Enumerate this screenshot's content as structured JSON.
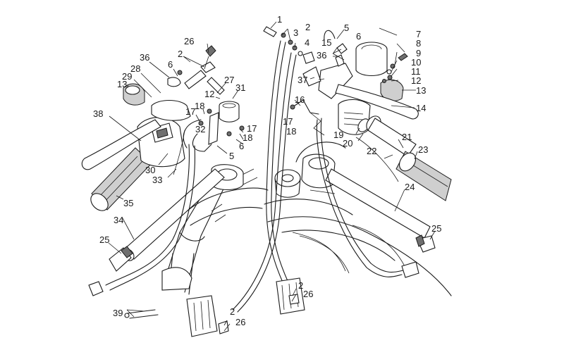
{
  "diagram": {
    "title": "Handlebar controls and front brake assembly — exploded parts view",
    "callouts": [
      {
        "id": "c1",
        "label": "1"
      },
      {
        "id": "c2a",
        "label": "2"
      },
      {
        "id": "c3",
        "label": "3"
      },
      {
        "id": "c4",
        "label": "4"
      },
      {
        "id": "c5a",
        "label": "5"
      },
      {
        "id": "c6a",
        "label": "6"
      },
      {
        "id": "c15",
        "label": "15"
      },
      {
        "id": "c36a",
        "label": "36"
      },
      {
        "id": "c7",
        "label": "7"
      },
      {
        "id": "c8",
        "label": "8"
      },
      {
        "id": "c9",
        "label": "9"
      },
      {
        "id": "c10",
        "label": "10"
      },
      {
        "id": "c11",
        "label": "11"
      },
      {
        "id": "c12a",
        "label": "12"
      },
      {
        "id": "c13a",
        "label": "13"
      },
      {
        "id": "c37",
        "label": "37"
      },
      {
        "id": "c14",
        "label": "14"
      },
      {
        "id": "c16",
        "label": "16"
      },
      {
        "id": "c17a",
        "label": "17"
      },
      {
        "id": "c18a",
        "label": "18"
      },
      {
        "id": "c19",
        "label": "19"
      },
      {
        "id": "c20",
        "label": "20"
      },
      {
        "id": "c21",
        "label": "21"
      },
      {
        "id": "c22",
        "label": "22"
      },
      {
        "id": "c23",
        "label": "23"
      },
      {
        "id": "c24",
        "label": "24"
      },
      {
        "id": "c25a",
        "label": "25"
      },
      {
        "id": "c26a",
        "label": "26"
      },
      {
        "id": "c2b",
        "label": "2"
      },
      {
        "id": "c36b",
        "label": "36"
      },
      {
        "id": "c6b",
        "label": "6"
      },
      {
        "id": "c28",
        "label": "28"
      },
      {
        "id": "c29",
        "label": "29"
      },
      {
        "id": "c13b",
        "label": "13"
      },
      {
        "id": "c27",
        "label": "27"
      },
      {
        "id": "c12b",
        "label": "12"
      },
      {
        "id": "c31",
        "label": "31"
      },
      {
        "id": "c18b",
        "label": "18"
      },
      {
        "id": "c17b",
        "label": "17"
      },
      {
        "id": "c32",
        "label": "32"
      },
      {
        "id": "c17c",
        "label": "17"
      },
      {
        "id": "c18c",
        "label": "18"
      },
      {
        "id": "c6c",
        "label": "6"
      },
      {
        "id": "c5b",
        "label": "5"
      },
      {
        "id": "c38",
        "label": "38"
      },
      {
        "id": "c30",
        "label": "30"
      },
      {
        "id": "c33",
        "label": "33"
      },
      {
        "id": "c35",
        "label": "35"
      },
      {
        "id": "c34",
        "label": "34"
      },
      {
        "id": "c25b",
        "label": "25"
      },
      {
        "id": "c39",
        "label": "39"
      },
      {
        "id": "c2c",
        "label": "2"
      },
      {
        "id": "c26b",
        "label": "26"
      },
      {
        "id": "c2d",
        "label": "2"
      },
      {
        "id": "c26c",
        "label": "26"
      }
    ]
  }
}
